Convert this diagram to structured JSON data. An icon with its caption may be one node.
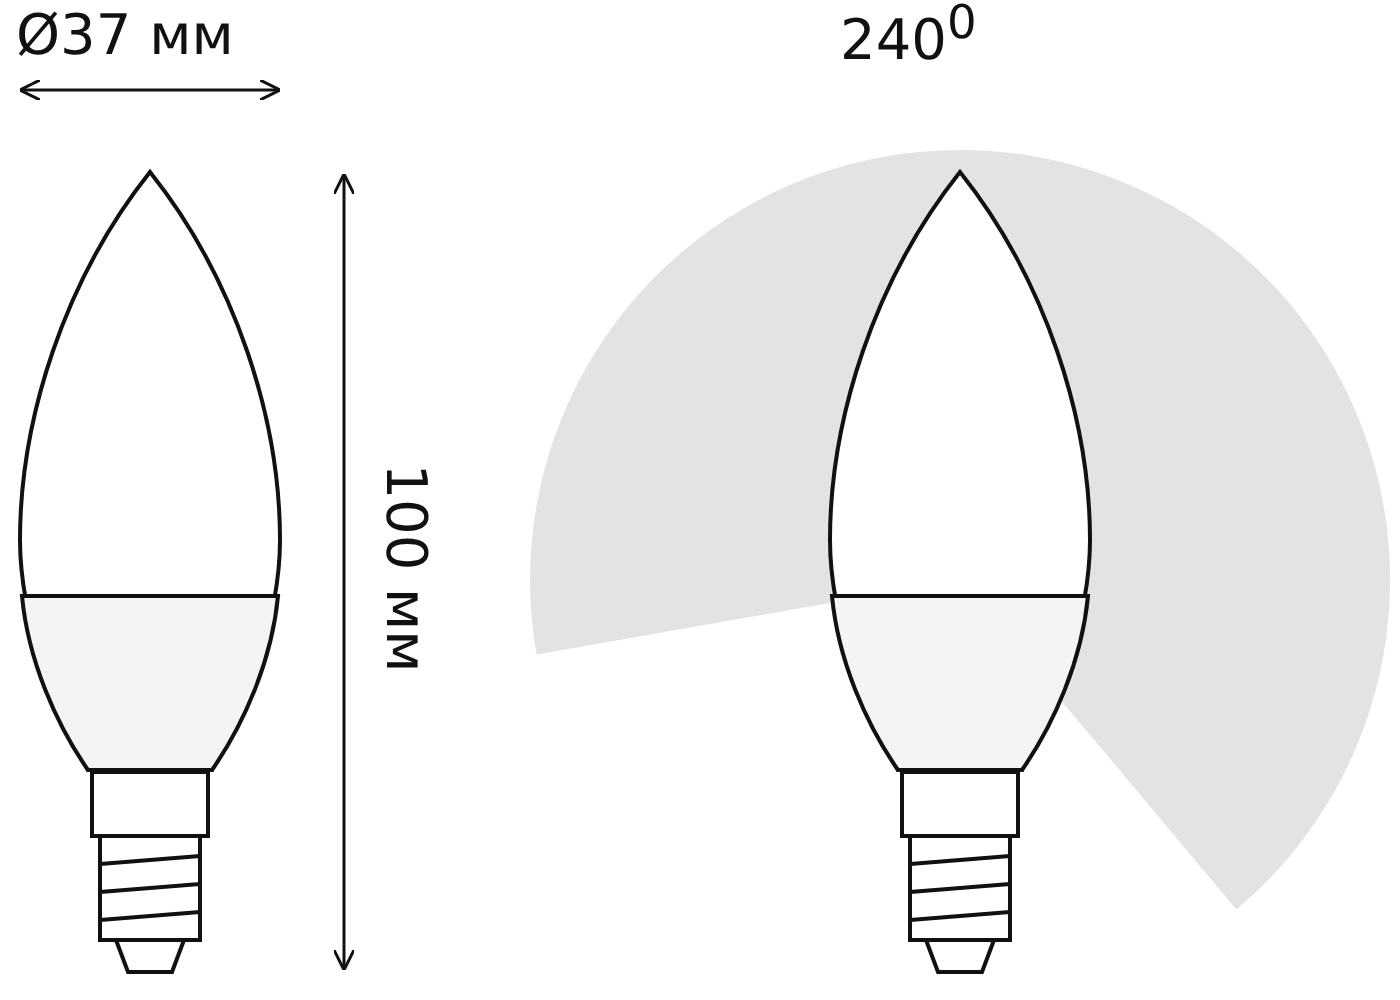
{
  "diagram": {
    "labels": [
      "Ø37 мм",
      "100 мм",
      "240$^{0}$"
    ]
  }
}
